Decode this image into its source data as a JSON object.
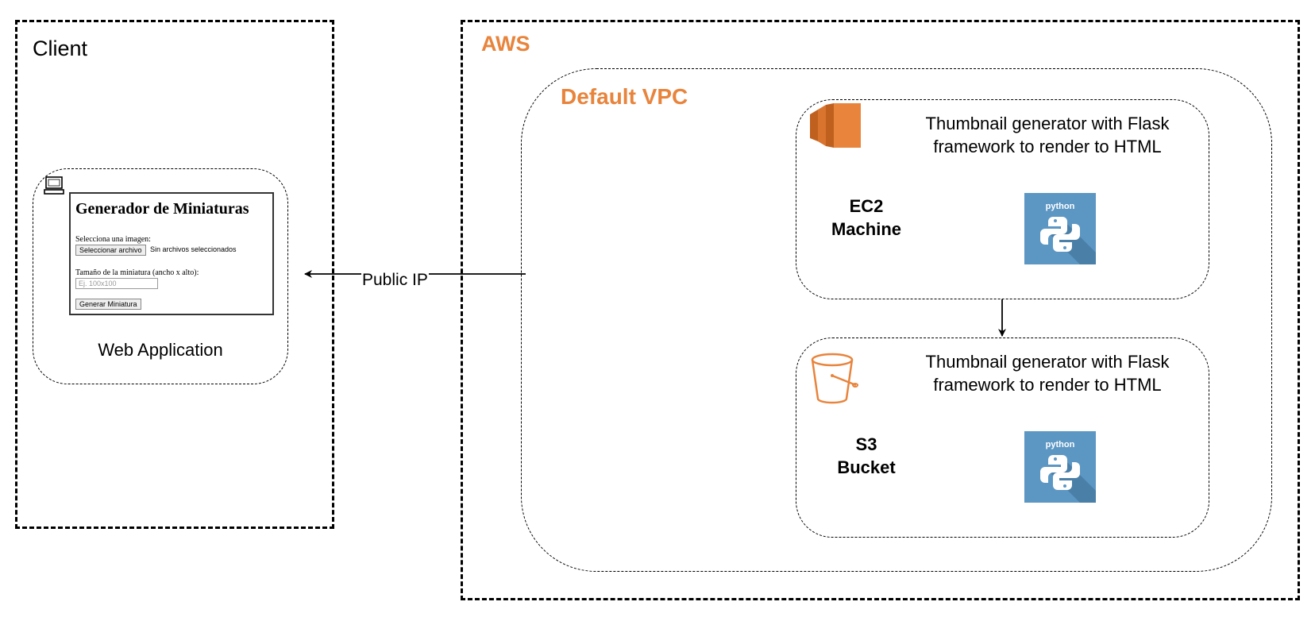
{
  "client": {
    "label": "Client"
  },
  "web_app": {
    "label": "Web Application",
    "form": {
      "title": "Generador de Miniaturas",
      "select_label": "Selecciona una imagen:",
      "file_button": "Seleccionar archivo",
      "file_status": "Sin archivos seleccionados",
      "size_label": "Tamaño de la miniatura (ancho x alto):",
      "size_placeholder": "Ej. 100x100",
      "generate_button": "Generar Miniatura"
    }
  },
  "aws": {
    "label": "AWS"
  },
  "vpc": {
    "label": "Default VPC"
  },
  "ec2": {
    "name_line1": "EC2",
    "name_line2": "Machine",
    "description": "Thumbnail generator with Flask framework to render to HTML",
    "logo_text": "python"
  },
  "s3": {
    "name_line1": "S3",
    "name_line2": "Bucket",
    "description": "Thumbnail generator with Flask framework to render to HTML",
    "logo_text": "python"
  },
  "connection": {
    "label": "Public IP"
  },
  "colors": {
    "aws_orange": "#e8843c",
    "python_blue": "#5c97c4",
    "ec2_orange": "#e8843c"
  },
  "icons": [
    "computer-icon",
    "ec2-icon",
    "s3-bucket-icon",
    "python-logo-icon"
  ]
}
